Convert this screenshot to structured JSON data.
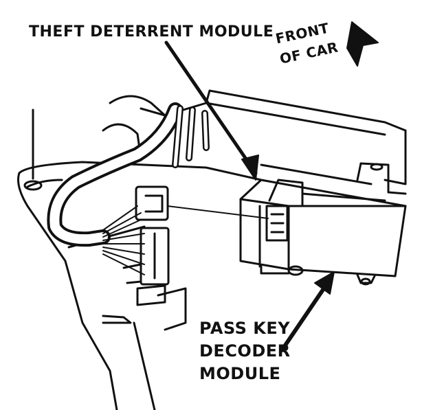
{
  "labels": {
    "theft_deterrent_module": "THEFT DETERRENT MODULE",
    "front_of_car": [
      "FRONT",
      "OF CAR"
    ],
    "pass_key_decoder_module": [
      "PASS KEY",
      "DECODER",
      "MODULE"
    ]
  },
  "colors": {
    "ink": "#111111",
    "paper": "#ffffff"
  }
}
